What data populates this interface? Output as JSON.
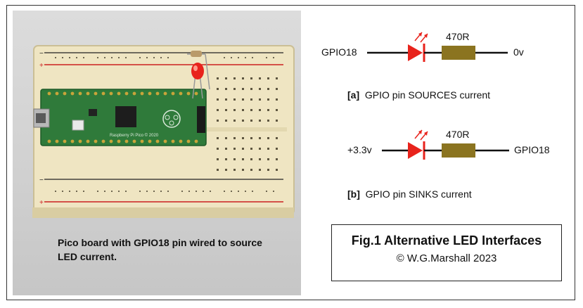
{
  "photo": {
    "caption": "Pico board with GPIO18 pin wired to source LED current.",
    "board_silkscreen": "Raspberry Pi Pico © 2020"
  },
  "circuit_a": {
    "left_label": "GPIO18",
    "resistor_label": "470R",
    "right_label": "0v",
    "caption_tag": "[a]",
    "caption_text": "GPIO pin SOURCES current"
  },
  "circuit_b": {
    "left_label": "+3.3v",
    "resistor_label": "470R",
    "right_label": "GPIO18",
    "caption_tag": "[b]",
    "caption_text": "GPIO pin SINKS current"
  },
  "figure": {
    "title": "Fig.1 Alternative LED Interfaces",
    "copyright": "© W.G.Marshall 2023"
  },
  "colors": {
    "led": "#e8231c",
    "resistor": "#8b7420",
    "board": "#2f7a3a",
    "breadboard": "#f1e7c6"
  }
}
